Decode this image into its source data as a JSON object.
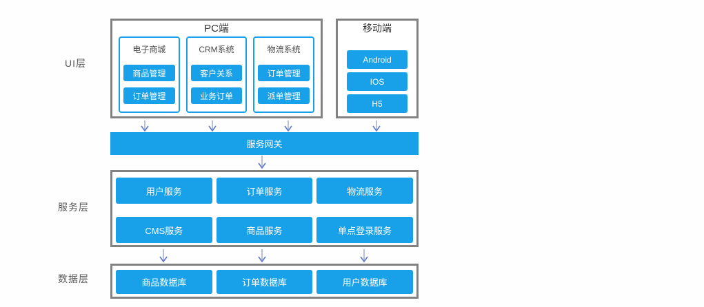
{
  "layers": {
    "ui_label": "UI层",
    "service_label": "服务层",
    "data_label": "数据层"
  },
  "pc_panel": {
    "title": "PC端",
    "groups": [
      {
        "title": "电子商城",
        "items": [
          "商品管理",
          "订单管理"
        ]
      },
      {
        "title": "CRM系统",
        "items": [
          "客户关系",
          "业务订单"
        ]
      },
      {
        "title": "物流系统",
        "items": [
          "订单管理",
          "派单管理"
        ]
      }
    ]
  },
  "mobile_panel": {
    "title": "移动端",
    "items": [
      "Android",
      "IOS",
      "H5"
    ]
  },
  "gateway": {
    "label": "服务网关"
  },
  "service_panel": {
    "rows": [
      [
        "用户服务",
        "订单服务",
        "物流服务"
      ],
      [
        "CMS服务",
        "商品服务",
        "单点登录服务"
      ]
    ]
  },
  "data_panel": {
    "items": [
      "商品数据库",
      "订单数据库",
      "用户数据库"
    ]
  },
  "colors": {
    "accent_blue": "#18a0e8",
    "panel_border": "#828282",
    "arrow_stem": "#98a6cb",
    "arrow_head": "#5b76ca"
  }
}
